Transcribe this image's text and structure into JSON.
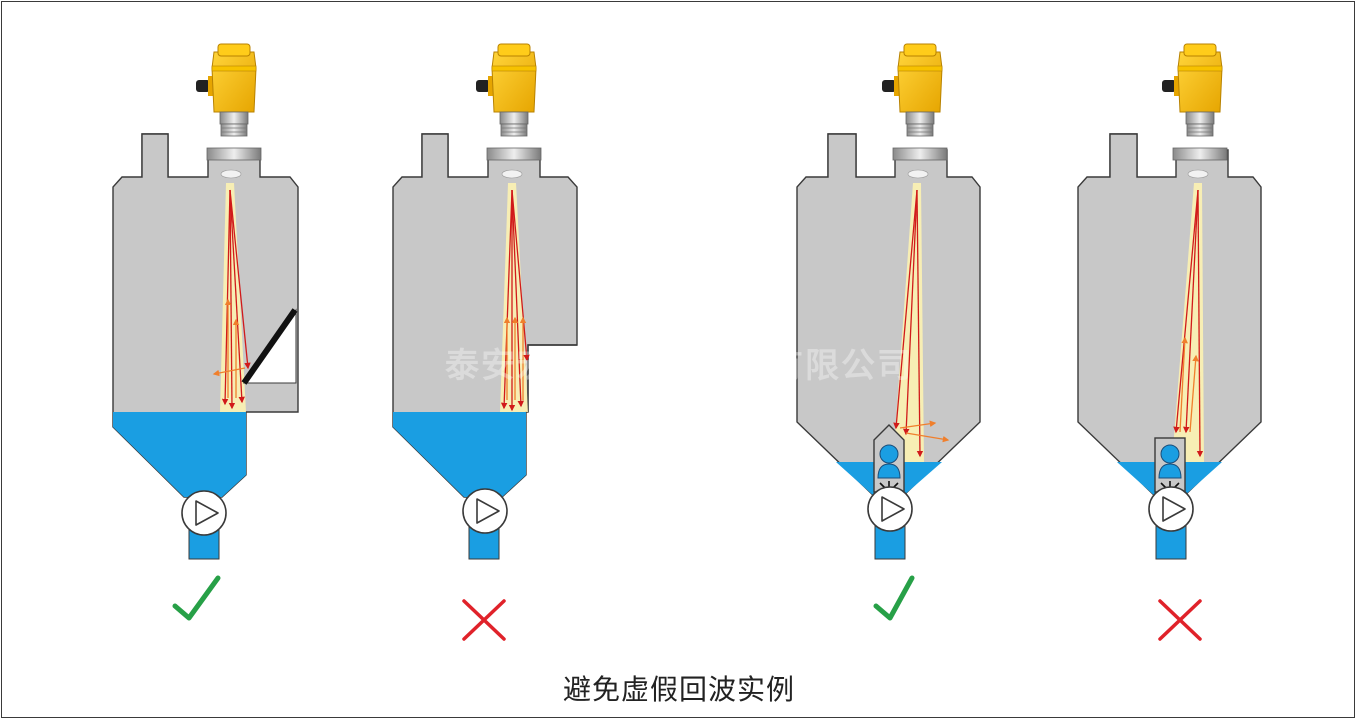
{
  "caption": "避免虚假回波实例",
  "watermark": "泰安宏盛自动化科技有限公司",
  "colors": {
    "tank_fill": "#c8c8c8",
    "tank_stroke": "#3a3a3a",
    "liquid": "#1a9ee2",
    "beam": "#fff5b0",
    "ray": "#d11a1a",
    "echo": "#f07f2c",
    "sensor": "#f5b800",
    "check": "#27a047",
    "cross": "#e0222a"
  },
  "examples": [
    {
      "id": "ex1",
      "verdict": "correct",
      "verdict_icon": "check-icon"
    },
    {
      "id": "ex2",
      "verdict": "wrong",
      "verdict_icon": "cross-icon"
    },
    {
      "id": "ex3",
      "verdict": "correct",
      "verdict_icon": "check-icon"
    },
    {
      "id": "ex4",
      "verdict": "wrong",
      "verdict_icon": "cross-icon"
    }
  ]
}
